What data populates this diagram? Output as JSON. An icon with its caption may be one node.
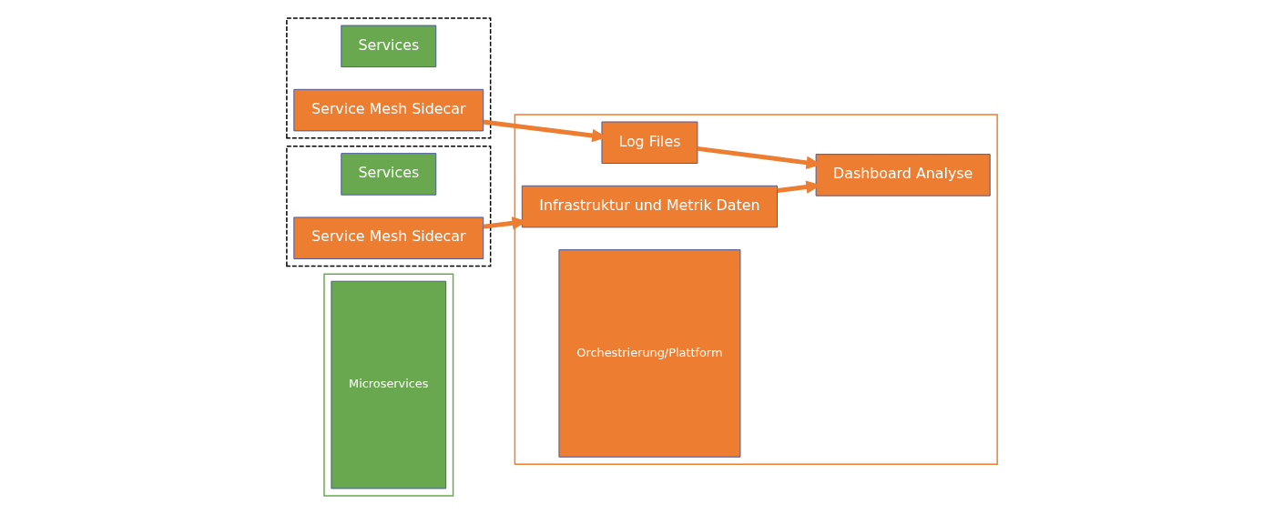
{
  "diagram": {
    "nodes": [
      {
        "text": [],
        "shape": "box"
      },
      {
        "text": [
          "Microservices"
        ],
        "in": 0
      },
      {
        "text": [],
        "shape": "box"
      },
      {
        "text": [
          "Services"
        ],
        "in": 2
      },
      {
        "text": [
          "Service Mesh Sidecar"
        ],
        "in": 2
      },
      {
        "text": [],
        "shape": "box"
      },
      {
        "text": [
          "Services"
        ],
        "in": 5
      },
      {
        "text": [
          "Service Mesh Sidecar"
        ],
        "in": 5
      },
      {
        "text": [],
        "shape": "box"
      },
      {
        "text": [
          "Log Files"
        ],
        "in": 8
      },
      {
        "text": [
          "Infrastruktur und Metrik Daten"
        ],
        "in": 8
      },
      {
        "text": [
          "Dashboard Analyse"
        ],
        "in": 8
      },
      {
        "text": [
          "Orchestrierung/Plattform"
        ],
        "in": 8
      }
    ],
    "edges": [
      {
        "from": 4,
        "to": 9,
        "arrow": "to"
      },
      {
        "from": 7,
        "to": 10,
        "arrow": "to"
      },
      {
        "from": 9,
        "to": 11,
        "arrow": "to"
      },
      {
        "from": 10,
        "to": 11,
        "arrow": "to"
      }
    ]
  }
}
